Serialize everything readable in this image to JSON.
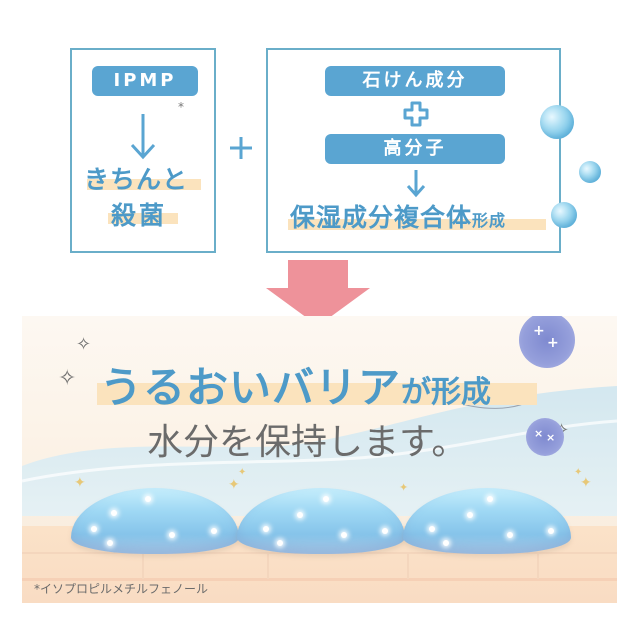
{
  "left_box": {
    "pill_label": "IPMP",
    "asterisk": "*",
    "arrow": "↓",
    "result_line1": "きちんと",
    "result_line2": "殺菌"
  },
  "plus_between": "+",
  "right_box": {
    "pill1_label": "石けん成分",
    "plus": "+",
    "pill2_label": "高分子",
    "arrow": "↓",
    "result_main": "保湿成分複合体",
    "result_suffix": "形成"
  },
  "big_arrow": {
    "color": "#ee929a",
    "direction": "down"
  },
  "panel": {
    "headline_main": "うるおいバリア",
    "headline_suffix": "が形成",
    "subline": "水分を保持します。",
    "footnote": "*イソプロピルメチルフェノール"
  },
  "colors": {
    "accent_blue": "#5aa5d2",
    "frame_blue": "#6aaec9",
    "highlight": "#fbe3bd",
    "arrow_pink": "#ee929a",
    "text_gray": "#6b6b6b"
  }
}
